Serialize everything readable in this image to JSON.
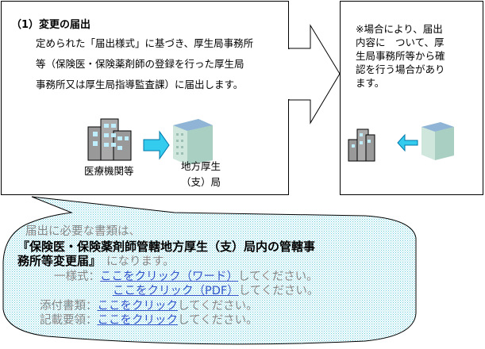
{
  "section": {
    "heading": "（1）変更の届出",
    "body_lines": [
      "定められた「届出様式」に基づき、厚生局事務所",
      "等（保険医・保険薬剤師の登録を行った厚生局",
      "事務所又は厚生局指導監査課）に届出します。"
    ],
    "from_label": "医療機関等",
    "to_label_line1": "地方厚生",
    "to_label_line2": "（支）局"
  },
  "note": {
    "lines": [
      "※場合により、届出",
      "内容に　ついて、厚",
      "生局事務所等から確",
      "認を行う場合があり",
      "ます。"
    ]
  },
  "callout": {
    "intro": "届出に必要な書類は、",
    "form_name_line1": "『保険医・保険薬剤師管轄地方厚生（支）局内の管轄事",
    "form_name_line2": "務所等変更届』",
    "form_name_suffix": "　になります。",
    "rows": [
      {
        "label": "一様式：",
        "link": "ここをクリック（ワード）",
        "suffix": "してください。"
      },
      {
        "label": "",
        "link": "ここをクリック（PDF）",
        "suffix": "してください。"
      },
      {
        "label": "添付書類：",
        "link": "ここをクリック",
        "suffix": "してください。"
      },
      {
        "label": "記載要領：",
        "link": "ここをクリック",
        "suffix": "してください。"
      }
    ]
  },
  "colors": {
    "callout_fill": "#d9f3f8",
    "callout_dot": "#8fd6e6",
    "arrow_fill": "#33ccee",
    "link": "#3355cc"
  }
}
